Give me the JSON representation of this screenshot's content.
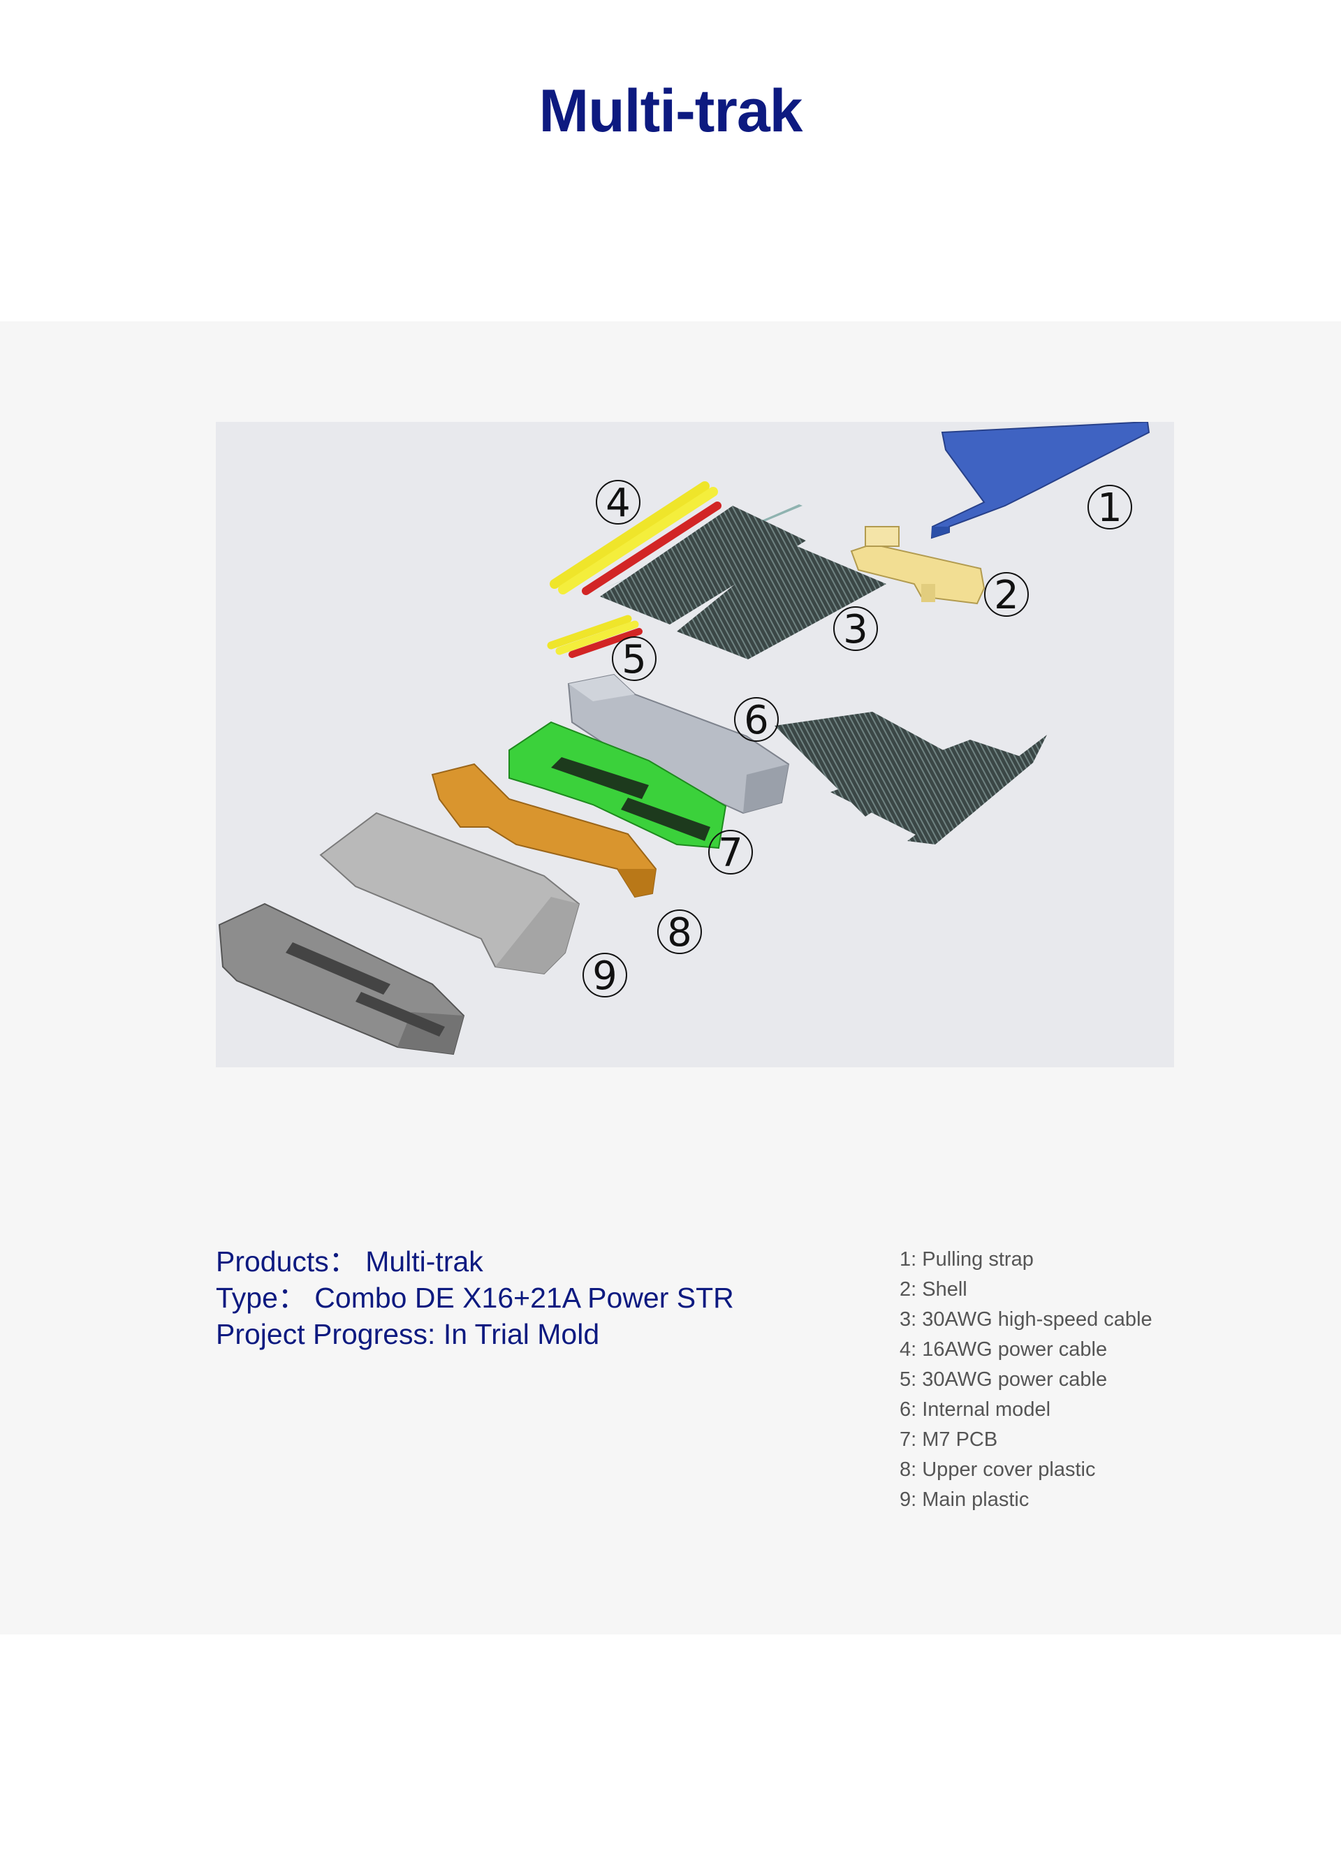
{
  "title": "Multi-trak",
  "colors": {
    "accent": "#0d1a80",
    "band": "#f6f6f6",
    "figure_bg": "#e8e9ed",
    "legend_text": "#555555"
  },
  "figure": {
    "callouts": [
      "1",
      "2",
      "3",
      "4",
      "5",
      "6",
      "7",
      "8",
      "9"
    ]
  },
  "info": {
    "products_label": "Products：",
    "products_value": "Multi-trak",
    "type_label": "Type：",
    "type_value": "Combo DE X16+21A Power STR",
    "progress": "Project Progress: In Trial Mold"
  },
  "legend": [
    "1: Pulling strap",
    "2: Shell",
    "3: 30AWG high-speed cable",
    "4: 16AWG power cable",
    "5: 30AWG power cable",
    "6: Internal model",
    "7: M7 PCB",
    "8: Upper cover plastic",
    "9: Main plastic"
  ]
}
